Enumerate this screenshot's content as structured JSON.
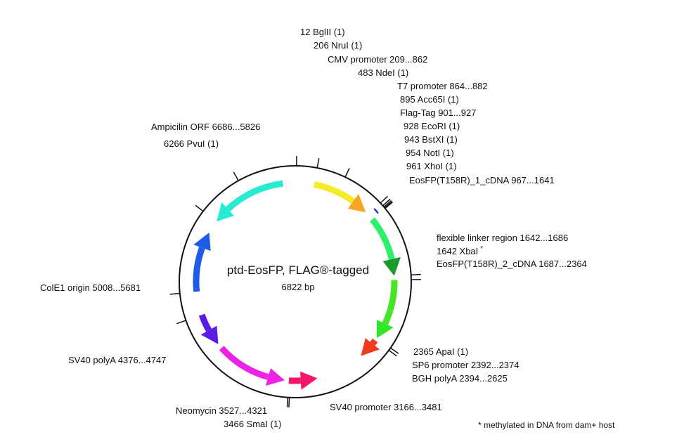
{
  "plasmid": {
    "name": "ptd-EosFP, FLAG®-tagged",
    "size_label": "6822 bp",
    "total_bp": 6822
  },
  "colors": {
    "backbone": "#111111",
    "flag_tag": "#1a3fd6"
  },
  "features": [
    {
      "id": "cmv-promoter",
      "start": 209,
      "end": 862,
      "direction": "forward",
      "color": "#f5ec28",
      "head_color": "#f5a623",
      "label": "CMV promoter 209...862"
    },
    {
      "id": "eosfp-1",
      "start": 967,
      "end": 1641,
      "direction": "forward",
      "color": "#2ef06a",
      "head_color": "#1a9a2a",
      "label": "EosFP(T158R)_1_cDNA 967...1641"
    },
    {
      "id": "eosfp-2",
      "start": 1687,
      "end": 2364,
      "direction": "forward",
      "color": "#44e626",
      "head_color": "#2ee828",
      "label": "EosFP(T158R)_2_cDNA 1687...2364"
    },
    {
      "id": "bgh-polya",
      "start": 2394,
      "end": 2625,
      "direction": "forward",
      "color": "#f03a1e",
      "head_color": "#f03a1e",
      "label": "BGH polyA 2394...2625"
    },
    {
      "id": "sv40-promoter",
      "start": 3166,
      "end": 3481,
      "direction": "reverse",
      "color": "#f5166a",
      "head_color": "#f5166a",
      "label": "SV40 promoter 3166...3481"
    },
    {
      "id": "neomycin",
      "start": 3527,
      "end": 4321,
      "direction": "reverse",
      "color": "#ee22e6",
      "head_color": "#ee22e6",
      "label": "Neomycin 3527...4321"
    },
    {
      "id": "sv40-polya",
      "start": 4376,
      "end": 4747,
      "direction": "reverse",
      "color": "#5a1be6",
      "head_color": "#5a1be6",
      "label": "SV40 polyA 4376...4747"
    },
    {
      "id": "cole1-origin",
      "start": 5008,
      "end": 5681,
      "direction": "forward",
      "color": "#1e5ce8",
      "head_color": "#1e5ce8",
      "label": "ColE1 origin 5008...5681"
    },
    {
      "id": "ampicilin-orf",
      "start": 5826,
      "end": 6686,
      "direction": "reverse",
      "color": "#28ecd2",
      "head_color": "#28ecd2",
      "label": "Ampicilin ORF 6686...5826"
    }
  ],
  "labels": [
    "12 BglII (1)",
    "206 NruI (1)",
    "CMV promoter 209...862",
    "483 NdeI (1)",
    "T7 promoter 864...882",
    "895 Acc65I (1)",
    "Flag-Tag 901...927",
    "928 EcoRI (1)",
    "943 BstXI (1)",
    "954 NotI (1)",
    "961 XhoI (1)",
    "EosFP(T158R)_1_cDNA 967...1641",
    "flexible linker region 1642...1686",
    "1642 XbaI",
    "EosFP(T158R)_2_cDNA 1687...2364",
    "2365 ApaI (1)",
    "SP6 promoter 2392...2374",
    "BGH polyA 2394...2625",
    "SV40 promoter 3166...3481",
    "Neomycin 3527...4321",
    "3466 SmaI (1)",
    "SV40 polyA 4376...4747",
    "ColE1 origin 5008...5681",
    "6266 PvuI (1)",
    "Ampicilin ORF 6686...5826"
  ],
  "site_ticks": [
    12,
    206,
    483,
    895,
    928,
    943,
    954,
    961,
    1642,
    1686,
    2365,
    2392,
    3466,
    3481,
    4747,
    5008,
    5826,
    6266
  ],
  "xbai_mark": "*",
  "footnote": "* methylated in DNA from dam+ host"
}
